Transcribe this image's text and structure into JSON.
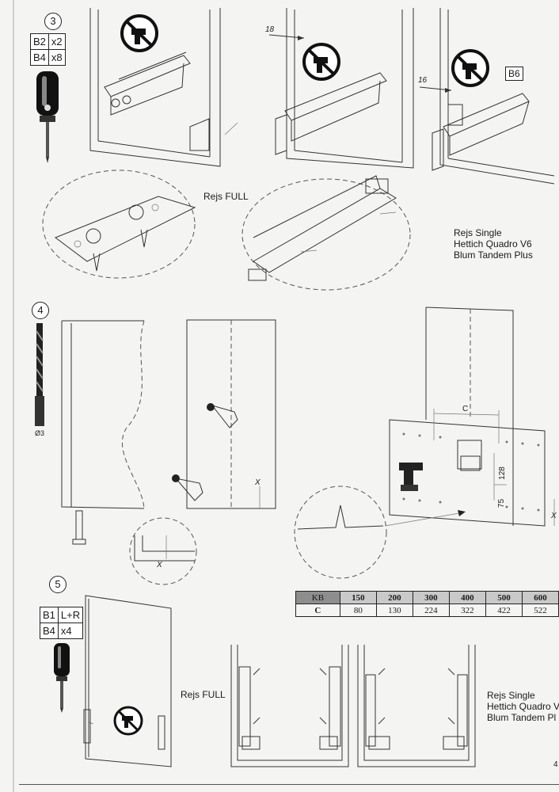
{
  "steps": {
    "step3": {
      "number": "3",
      "parts": [
        [
          "B2",
          "x2"
        ],
        [
          "B4",
          "x8"
        ]
      ],
      "dim_left": "18",
      "dim_right": "16",
      "part_tag": "B6",
      "label_full": "Rejs FULL",
      "label_single": "Rejs Single\nHettich Quadro V6\nBlum Tandem Plus"
    },
    "step4": {
      "number": "4",
      "drill_size": "Ø3",
      "dim_c": "C",
      "dim_128": "128",
      "dim_75": "75",
      "dim_x": "X",
      "kb_table": {
        "header": [
          "KB",
          "150",
          "200",
          "300",
          "400",
          "500",
          "600"
        ],
        "row": [
          "C",
          "80",
          "130",
          "224",
          "322",
          "422",
          "522"
        ]
      }
    },
    "step5": {
      "number": "5",
      "parts": [
        [
          "B1",
          "L+R"
        ],
        [
          "B4",
          "x4"
        ]
      ],
      "label_full": "Rejs FULL",
      "label_single": "Rejs Single\nHettich Quadro V\nBlum Tandem Pl"
    }
  },
  "page_number": "4"
}
